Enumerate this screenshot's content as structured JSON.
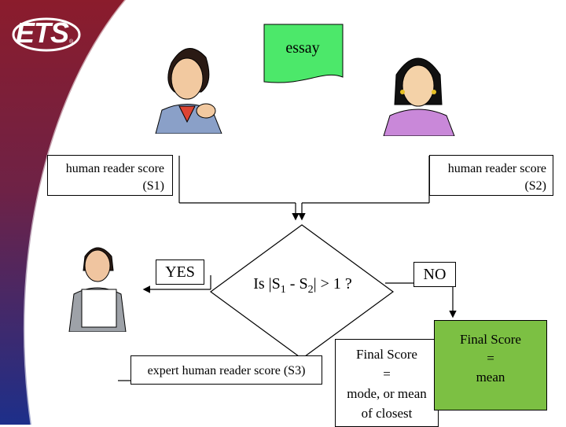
{
  "logo": {
    "text": "ETS",
    "reg_mark": "®"
  },
  "essay": {
    "label": "essay"
  },
  "reader1": {
    "line1": "human reader score",
    "line2": "(S1)"
  },
  "reader2": {
    "line1": "human reader score",
    "line2": "(S2)"
  },
  "decision": {
    "prefix": "Is |S",
    "s1_sub": "1",
    "middle": " - S",
    "s2_sub": "2",
    "suffix": "| > 1 ?"
  },
  "yes_label": "YES",
  "no_label": "NO",
  "expert": {
    "label": "expert human reader score (S3)"
  },
  "final_mode": {
    "line1": "Final Score",
    "line2": "=",
    "line3": "mode, or mean",
    "line4": "of closest"
  },
  "final_mean": {
    "line1": "Final Score",
    "line2": "=",
    "line3": "mean"
  },
  "colors": {
    "background_red": "#8b1c2c",
    "background_blue": "#1d2f8a",
    "essay_fill": "#4ce86a",
    "final_mean_fill": "#7cc043"
  }
}
